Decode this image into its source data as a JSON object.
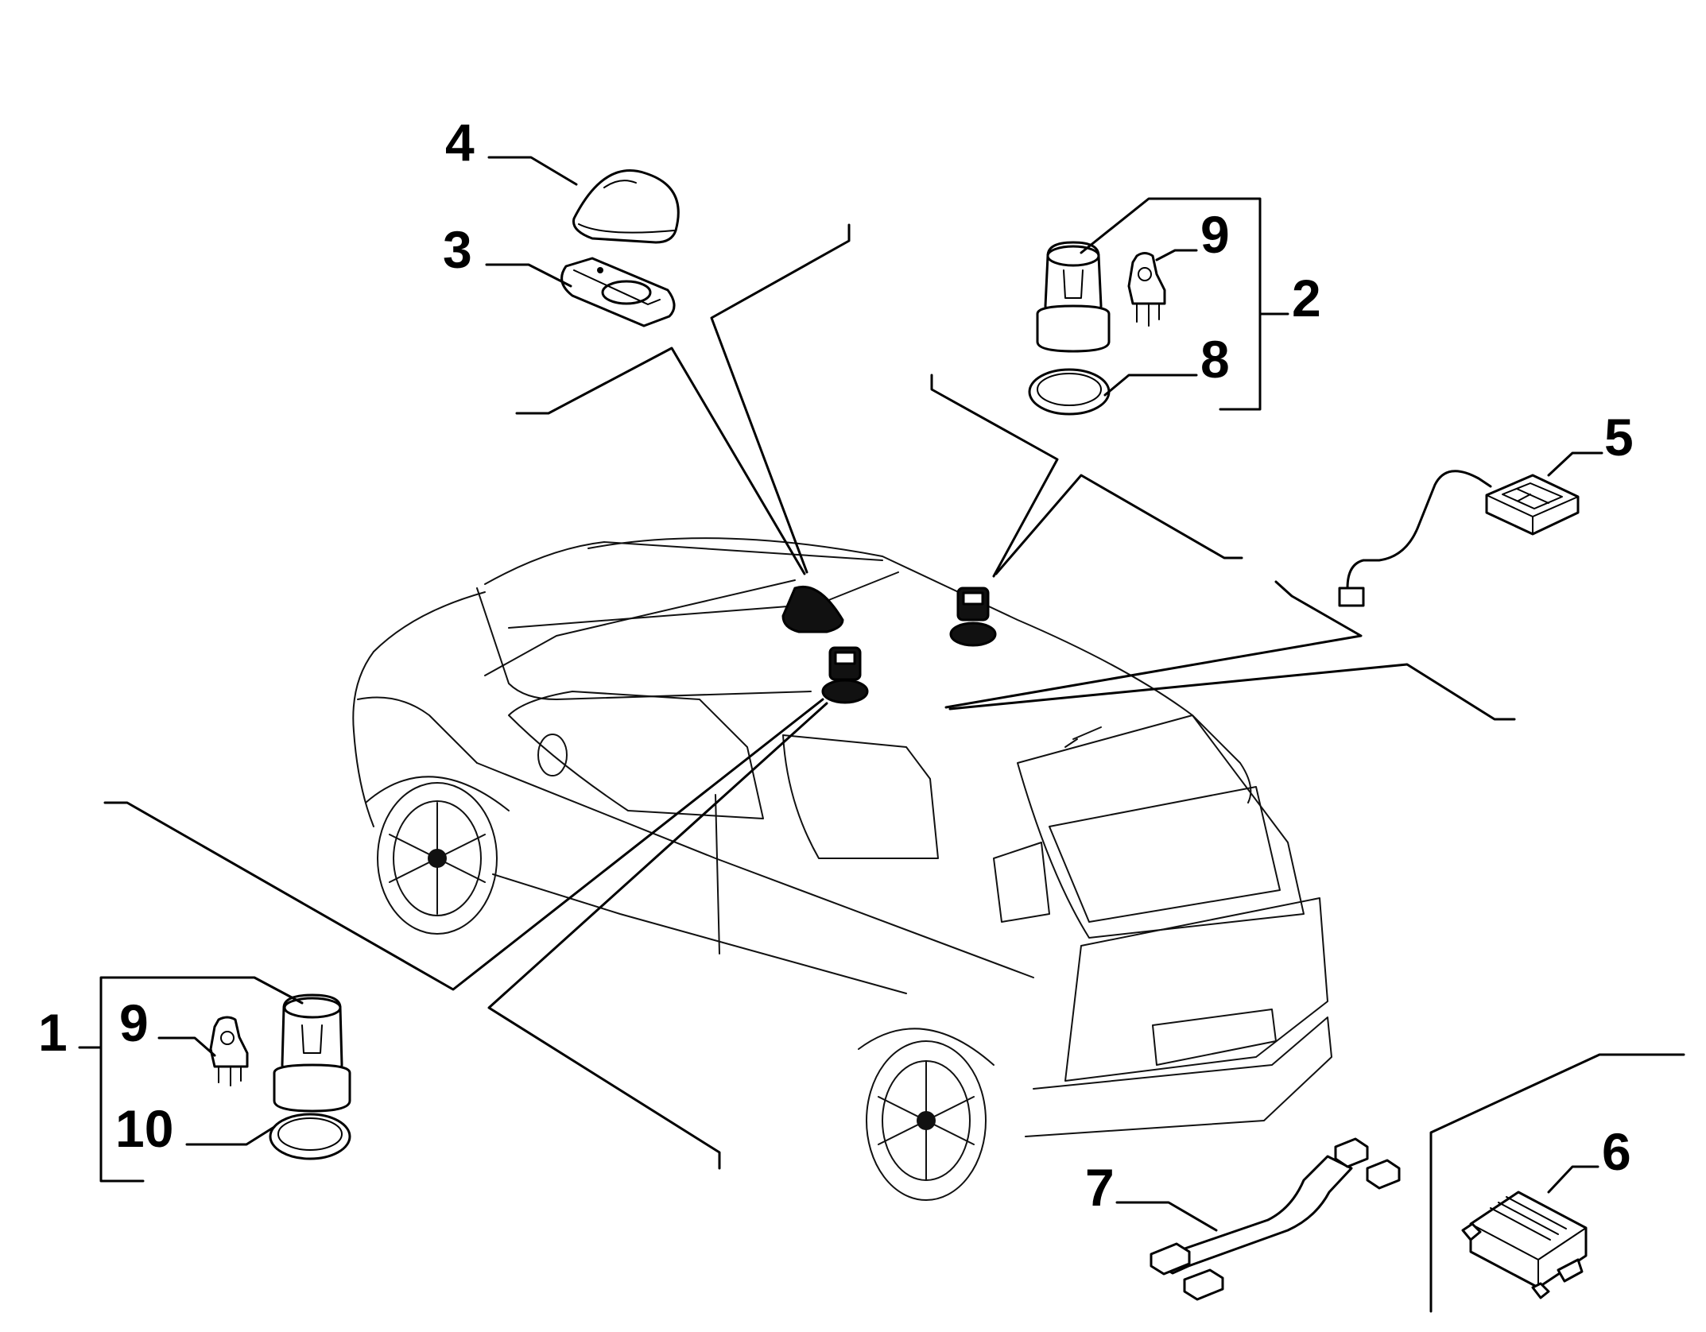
{
  "callouts": {
    "c1": "1",
    "c2": "2",
    "c3": "3",
    "c4": "4",
    "c5": "5",
    "c6": "6",
    "c7": "7",
    "c8": "8",
    "c9a": "9",
    "c9b": "9",
    "c10": "10"
  }
}
